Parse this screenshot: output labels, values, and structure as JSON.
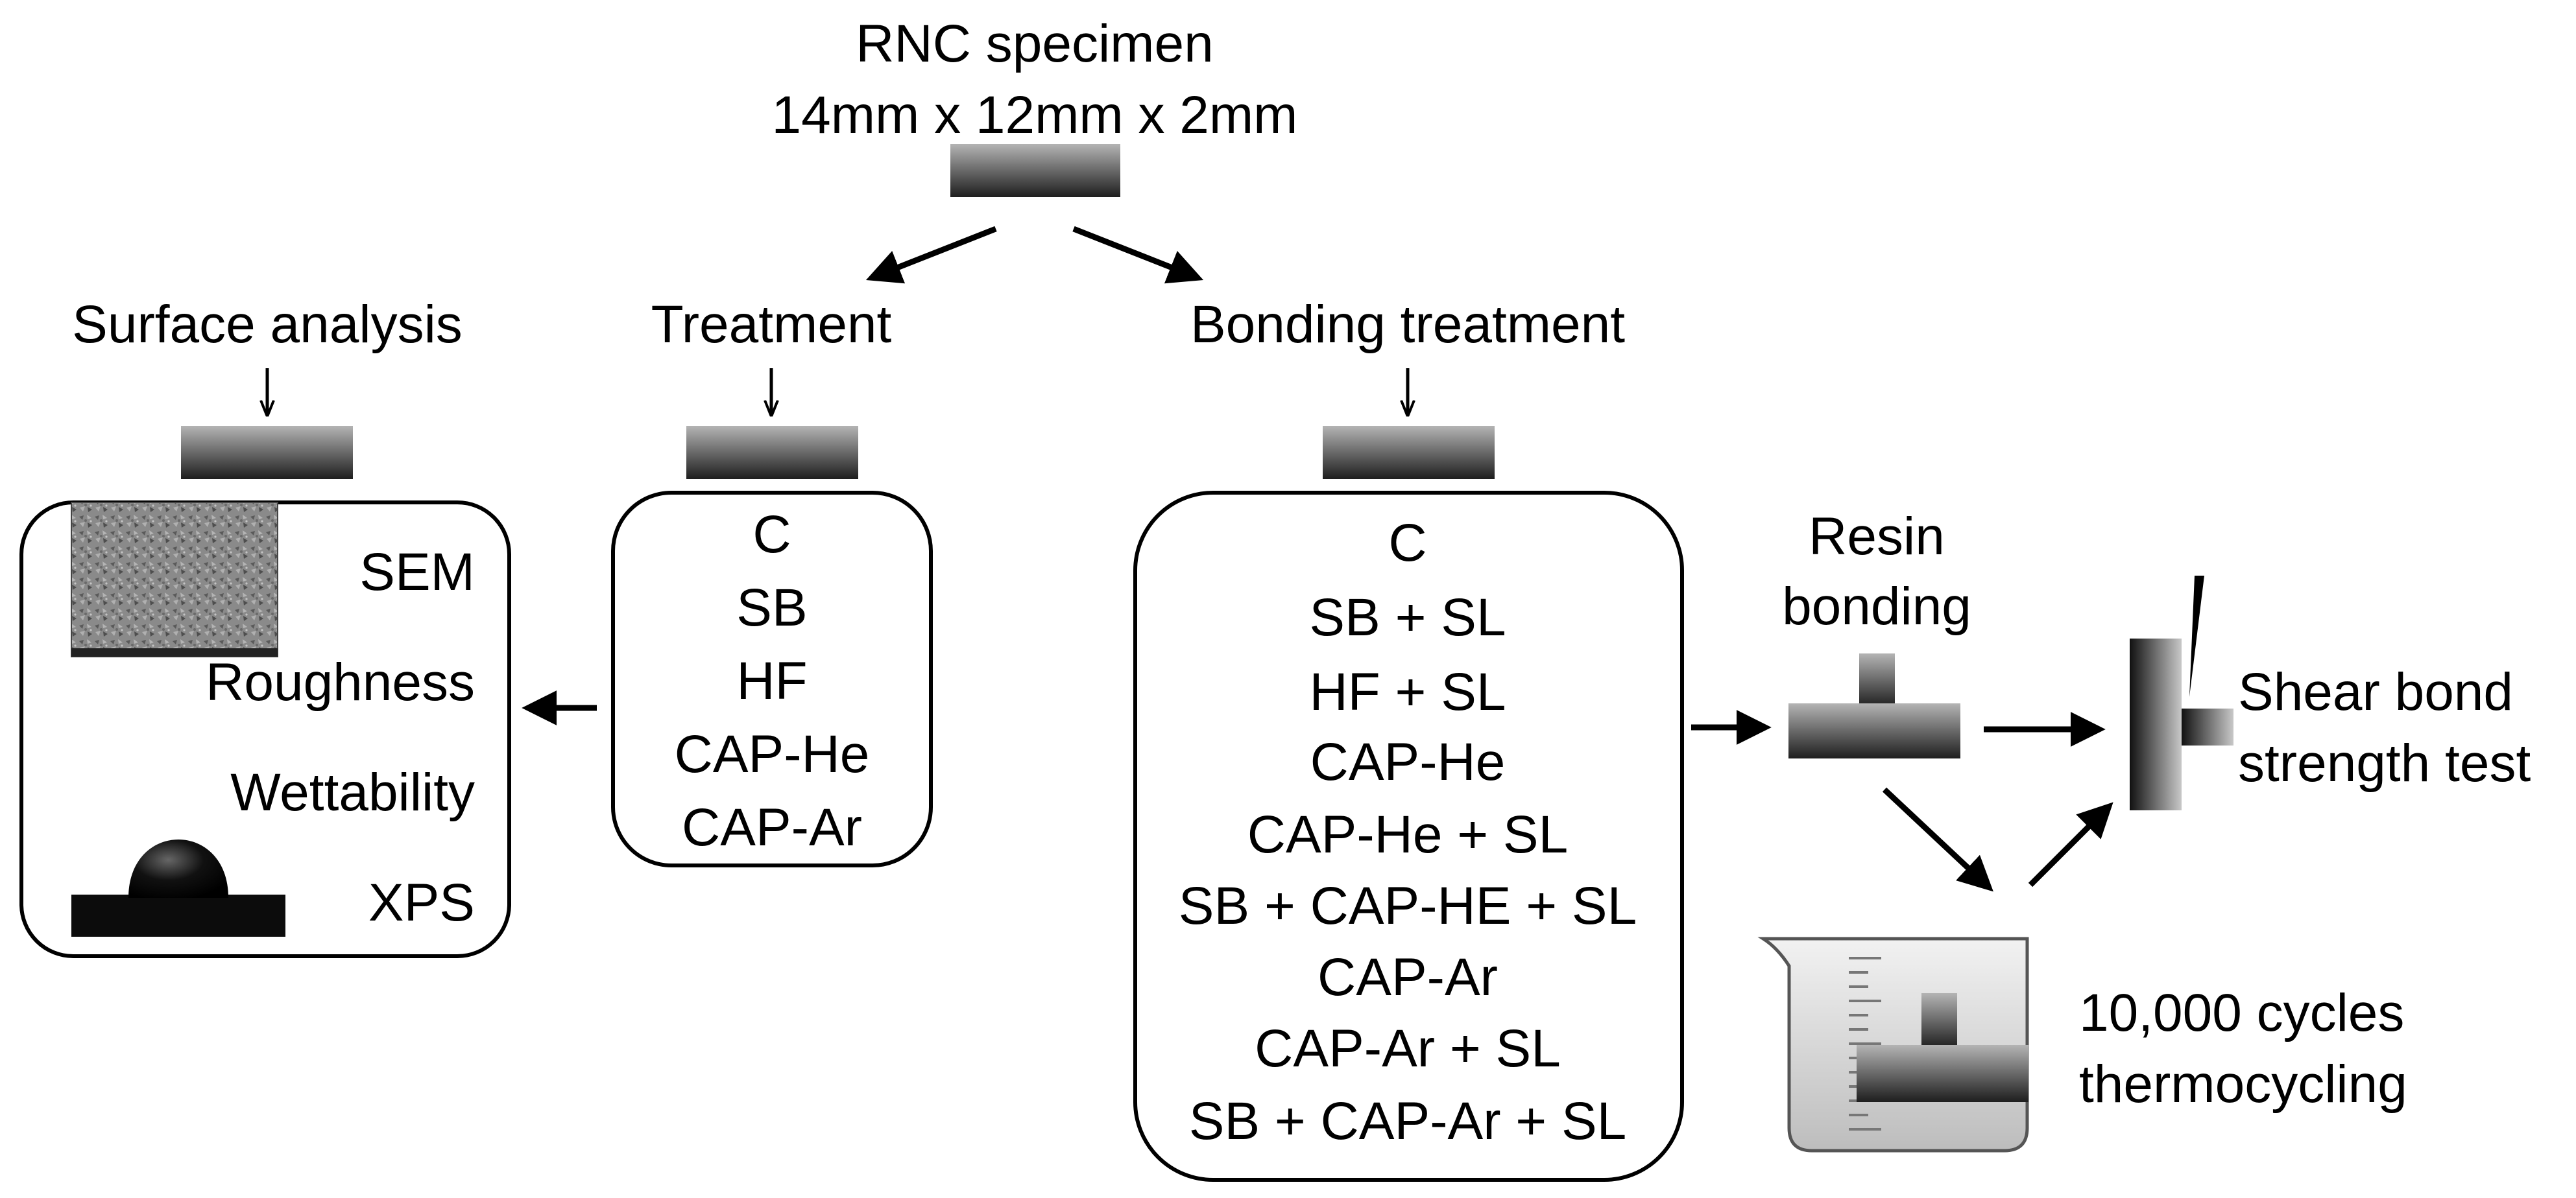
{
  "specimen": {
    "title": "RNC specimen",
    "dimensions": "14mm x 12mm x 2mm"
  },
  "columns": {
    "surface_analysis": {
      "heading": "Surface analysis",
      "items": [
        "SEM",
        "Roughness",
        "Wettability",
        "XPS"
      ]
    },
    "treatment": {
      "heading": "Treatment",
      "items": [
        "C",
        "SB",
        "HF",
        "CAP-He",
        "CAP-Ar"
      ]
    },
    "bonding_treatment": {
      "heading": "Bonding treatment",
      "items": [
        "C",
        "SB + SL",
        "HF + SL",
        "CAP-He",
        "CAP-He + SL",
        "SB + CAP-HE + SL",
        "CAP-Ar",
        "CAP-Ar + SL",
        "SB + CAP-Ar + SL"
      ]
    }
  },
  "steps": {
    "resin_bonding": [
      "Resin",
      "bonding"
    ],
    "shear_test": [
      "Shear bond",
      "strength test"
    ],
    "thermocycling": [
      "10,000 cycles",
      "thermocycling"
    ]
  },
  "colors": {
    "block_dark": "#2a2a2a",
    "block_light": "#b4b4b4",
    "line": "#000000",
    "beaker_fill": "#d9d9d9"
  }
}
